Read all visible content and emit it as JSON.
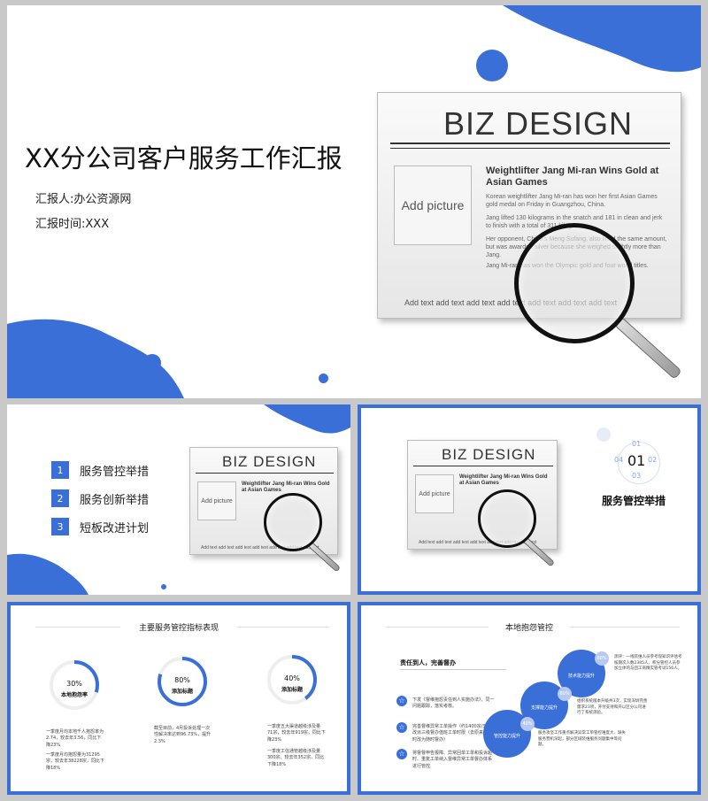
{
  "main": {
    "title": "XX分公司客户服务工作汇报",
    "reporter": "汇报人:办公资源网",
    "time": "汇报时间:XXX"
  },
  "newspaper": {
    "masthead": "BIZ DESIGN",
    "picture": "Add picture",
    "headline": "Weightlifter Jang Mi-ran Wins Gold at Asian Games",
    "paragraphs": [
      "Korean weightlifter Jang Mi-ran has won her first Asian Games gold medal on Friday in Guangzhou, China.",
      "Jang lifted 130 kilograms in the snatch and 181 in clean and jerk to finish with a total of 311 kilograms.",
      "Her opponent, China's Meng Sufang, also lifted the same amount, but was awarded silver because she weighed slightly more than Jang.",
      "Jang Mi-ran has won the Olympic gold and four world titles."
    ],
    "footer": "Add text add text add text add text add text add text add text"
  },
  "agenda": {
    "items": [
      {
        "num": "1",
        "label": "服务管控举措"
      },
      {
        "num": "2",
        "label": "服务创新举措"
      },
      {
        "num": "3",
        "label": "短板改进计划"
      }
    ]
  },
  "section": {
    "nums": [
      "01",
      "02",
      "03",
      "04"
    ],
    "current": "01",
    "title": "服务管控举措"
  },
  "kpi": {
    "title": "主要服务管控指标表现",
    "items": [
      {
        "percent": "30%",
        "label": "本地抱怨率",
        "value": 0.3,
        "texts": [
          "一季度月均本地千人抱怨率为2.74，较去年3.56，同比下降23%",
          "一季度月均抱怨量为31295宗，较去年38228宗，同比下降18%"
        ]
      },
      {
        "percent": "80%",
        "label": "添加标题",
        "value": 0.8,
        "texts": [
          "截至目前，4月投诉处理一次性解决率达到96.73%，提升2.3%"
        ]
      },
      {
        "percent": "40%",
        "label": "添加标题",
        "value": 0.4,
        "texts": [
          "一季度五大渠道越级涉及量71宗，较去年919宗，同比下降23%",
          "一季度工信通管越级涉及量300宗，较去年352宗，同比下降18%"
        ]
      }
    ]
  },
  "complaint": {
    "title": "本地抱怨管控",
    "subtitle": "责任到人，完善督办",
    "bullets": [
      "下发《督维抱怨责任到人实施办法》，同一问题跟踪，落实考核。",
      "完善督维异常工单操作（约1400宗/天），改派三级督办值班工单时限（去原来24小时改为随时督办）",
      "将督督申告报障、异常回单工单和投诉超时、重复工单纳入督维异常工单督办体系进行管控"
    ],
    "bubbles": [
      {
        "label": "技术能力提升",
        "percent": "80%"
      },
      {
        "label": "支撑能力提升",
        "percent": "60%"
      },
      {
        "label": "管控能力提升",
        "percent": "40%"
      }
    ],
    "notes": [
      "测评：一线装维人员参考现知识评估考核期次人数2385人，积分管控人员参加立体的与团工商精实管考试156人。",
      "组织系统版本升级共3次，实现深圳完善需求23项，开付支持和开以区分公司进行了系统测验。",
      "服务攻坚工作重点解决异常工单管控难度大、缺失服务营机深起，部分区域装维服务问题集中等问题。"
    ]
  },
  "colors": {
    "accent": "#3a6fd8",
    "ring_track": "#eeeeee"
  }
}
